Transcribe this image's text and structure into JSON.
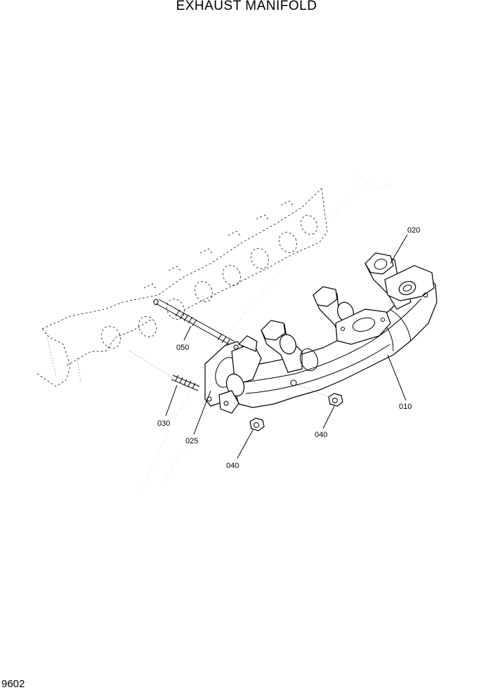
{
  "title": "EXHAUST MANIFOLD",
  "page_code": "9602",
  "callouts": {
    "c010": "010",
    "c020": "020",
    "c025": "025",
    "c030": "030",
    "c040a": "040",
    "c040b": "040",
    "c050": "050"
  }
}
